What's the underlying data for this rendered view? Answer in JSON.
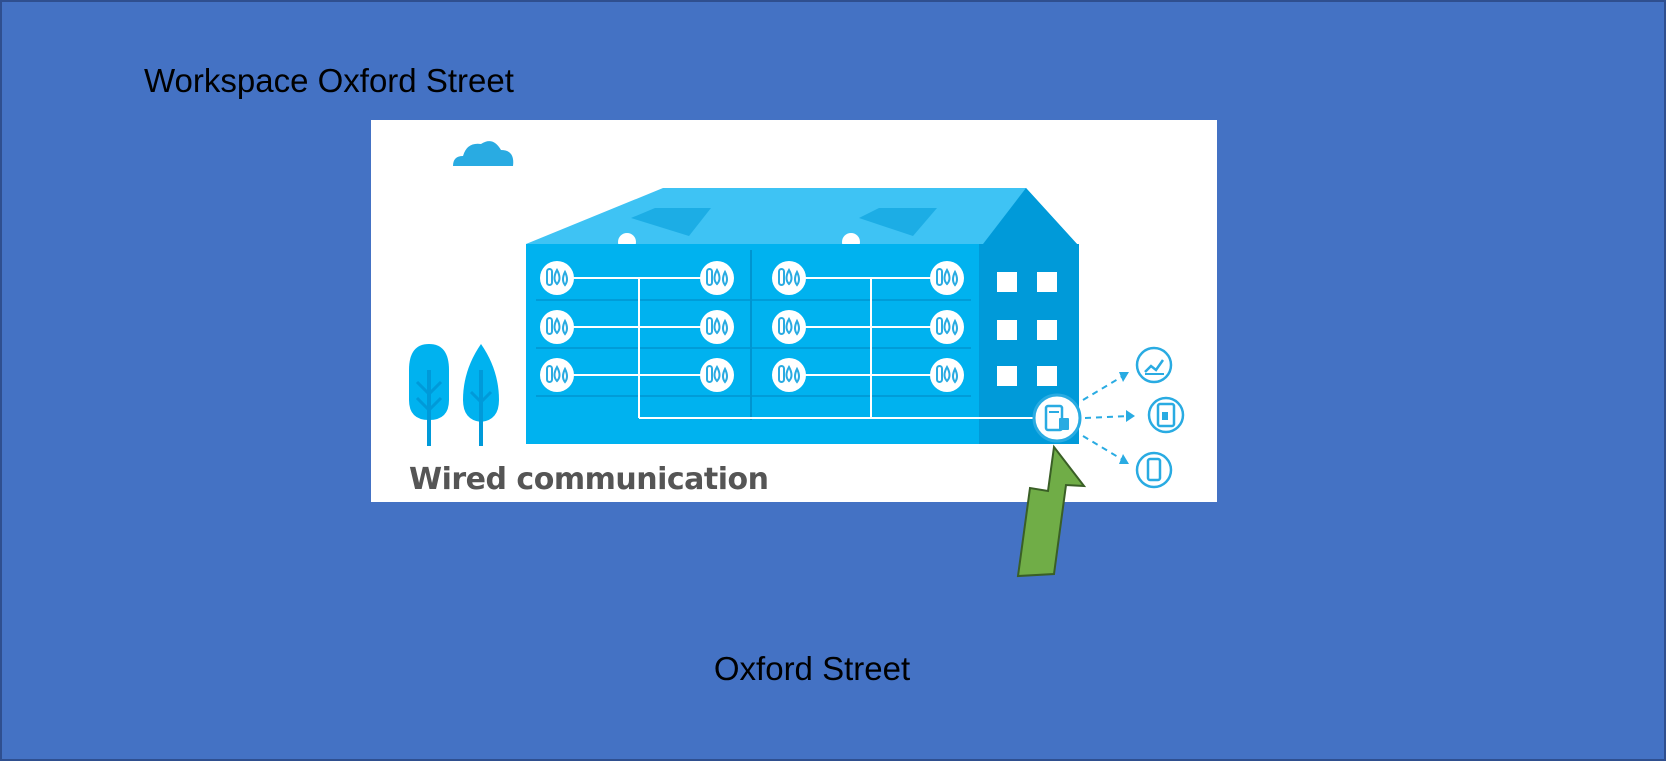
{
  "slide": {
    "title": "Workspace Oxford Street",
    "caption": "Oxford Street",
    "background_color": "#4472c4",
    "text_color": "#000000"
  },
  "illustration": {
    "label": "Wired communication",
    "label_color": "#555555",
    "building_color": "#00b2ef",
    "roof_color": "#3ec3f4",
    "tower_color": "#009ad9",
    "accent_color": "#29abe2",
    "sensor_icon": "thermometer-humidity-icon",
    "gateway_icon": "gateway-device-icon",
    "output_icons": [
      "chart-icon",
      "tablet-icon",
      "phone-icon"
    ],
    "tree_icons": [
      "round-tree-icon",
      "leaf-tree-icon"
    ],
    "cloud_icon": "cloud-icon"
  },
  "arrow": {
    "color": "#70ad47",
    "outline_color": "#3a5f26",
    "icon": "up-arrow-icon"
  }
}
